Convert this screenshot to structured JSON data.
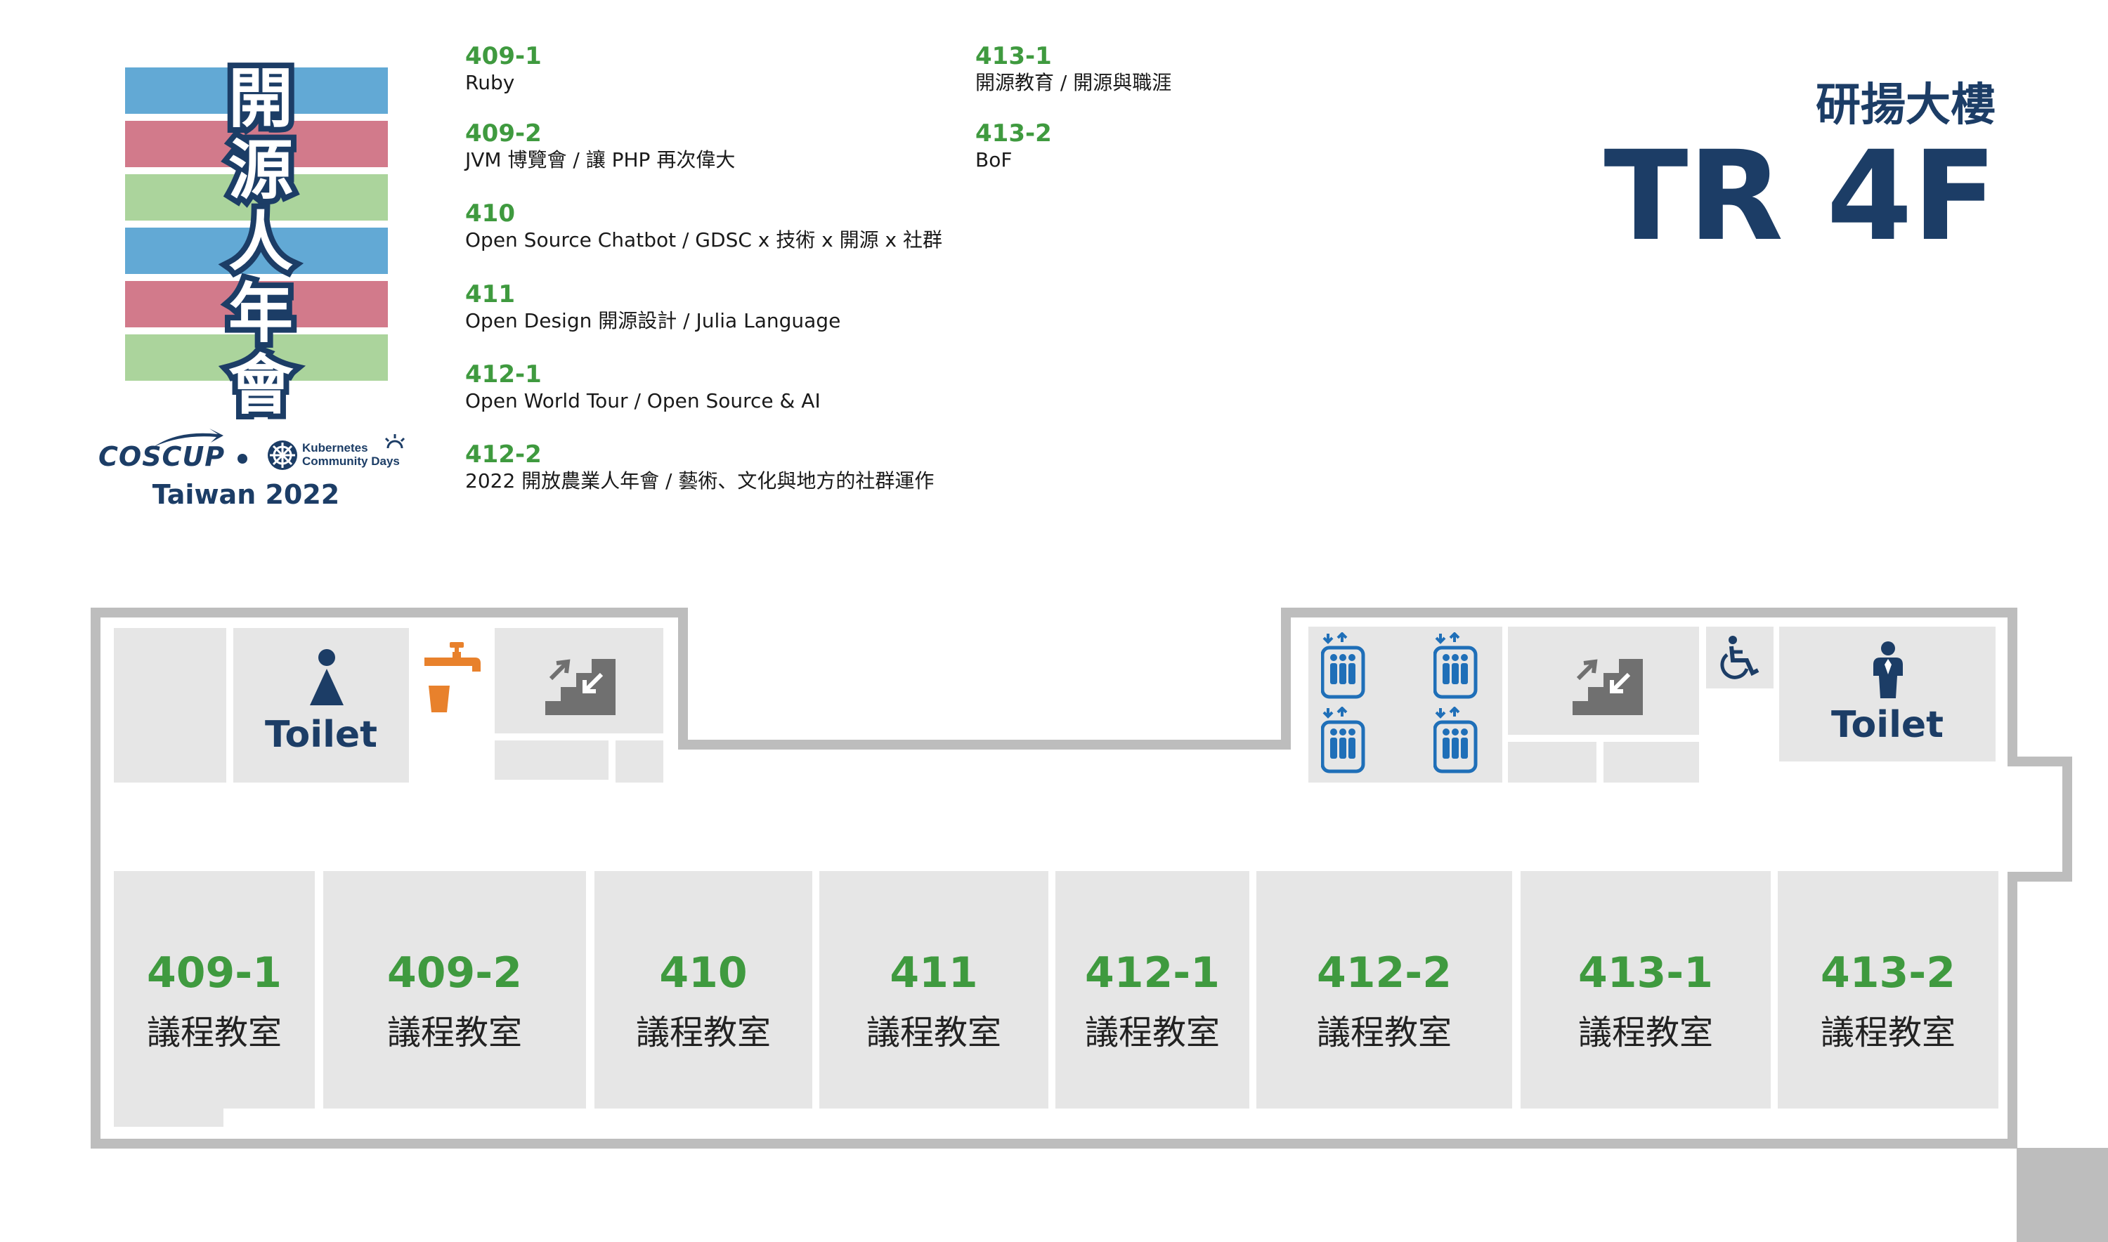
{
  "logo": {
    "title_chars": [
      "開",
      "源",
      "人",
      "年",
      "會"
    ],
    "stripe_colors": [
      "#62a9d5",
      "#d27a8b",
      "#abd49c",
      "#62a9d5",
      "#d27a8b",
      "#abd49c"
    ],
    "brand_coscup": "COSCUP",
    "brand_kcd_line1": "Kubernetes",
    "brand_kcd_line2": "Community Days",
    "event_label": "Taiwan 2022"
  },
  "legend": {
    "col1": [
      {
        "code": "409-1",
        "name": "Ruby"
      },
      {
        "code": "409-2",
        "name": "JVM 博覽會 / 讓 PHP 再次偉大"
      },
      {
        "code": "410",
        "name": "Open Source Chatbot / GDSC x 技術 x 開源 x 社群"
      },
      {
        "code": "411",
        "name": "Open Design 開源設計 / Julia Language"
      },
      {
        "code": "412-1",
        "name": "Open World Tour / Open Source & AI"
      },
      {
        "code": "412-2",
        "name": "2022 開放農業人年會 / 藝術、文化與地方的社群運作"
      }
    ],
    "col2": [
      {
        "code": "413-1",
        "name": "開源教育 / 開源與職涯"
      },
      {
        "code": "413-2",
        "name": "BoF"
      }
    ]
  },
  "building": {
    "name": "研揚大樓",
    "floor": "TR 4F"
  },
  "facilities": {
    "toilet_left": "Toilet",
    "toilet_right": "Toilet",
    "icons": [
      "female-toilet-icon",
      "water-fountain-icon",
      "stairs-icon",
      "elevator-icon",
      "wheelchair-icon",
      "male-toilet-icon"
    ]
  },
  "rooms": [
    {
      "code": "409-1",
      "label": "議程教室"
    },
    {
      "code": "409-2",
      "label": "議程教室"
    },
    {
      "code": "410",
      "label": "議程教室"
    },
    {
      "code": "411",
      "label": "議程教室"
    },
    {
      "code": "412-1",
      "label": "議程教室"
    },
    {
      "code": "412-2",
      "label": "議程教室"
    },
    {
      "code": "413-1",
      "label": "議程教室"
    },
    {
      "code": "413-2",
      "label": "議程教室"
    }
  ],
  "colors": {
    "navy": "#1c3d66",
    "green": "#3f9a3f",
    "elevator_blue": "#1f6fb8",
    "fountain_orange": "#e8812c",
    "room_gray": "#e6e6e6",
    "wall_gray": "#bdbdbd"
  }
}
